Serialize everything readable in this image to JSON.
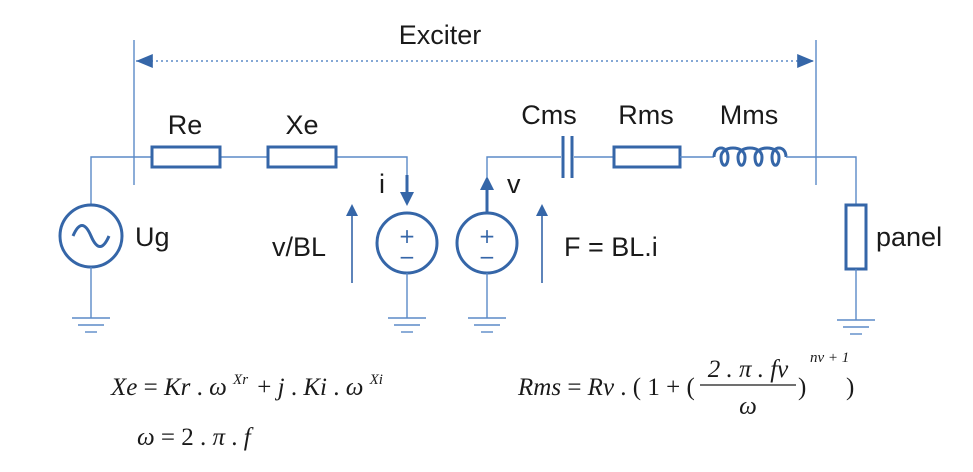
{
  "labels": {
    "exciter": "Exciter",
    "re": "Re",
    "xe": "Xe",
    "cms": "Cms",
    "rms": "Rms",
    "mms": "Mms",
    "ug": "Ug",
    "i": "i",
    "v": "v",
    "v_bl": "v/BL",
    "f_bl": "F = BL.i",
    "panel": "panel"
  },
  "equations": {
    "xe": {
      "lhs": "Xe",
      "eq": "=",
      "kr": "Kr",
      "dot1": " . ",
      "omega1": "ω",
      "exp1": "Xr",
      "plus": "+",
      "j": "j",
      "dot2": " . ",
      "ki": "Ki",
      "dot3": " . ",
      "omega2": "ω",
      "exp2": "Xi"
    },
    "omega": {
      "lhs": "ω",
      "eq": "=",
      "two": "2",
      "dot1": " . ",
      "pi": "π",
      "dot2": " . ",
      "f": "f"
    },
    "rms": {
      "lhs": "Rms",
      "eq": "=",
      "rv": "Rv",
      "dot": " . ",
      "open_paren": "(",
      "one": "1",
      "plus": "+",
      "inner_open": "(",
      "numerator": "2 . π . fv",
      "denominator": "ω",
      "inner_close": ")",
      "exponent": "nv + 1",
      "close_paren": ")"
    }
  },
  "source_signs": {
    "plus": "+",
    "minus": "−"
  },
  "colors": {
    "wire": "#5b8ac7",
    "component": "#3566a8",
    "text": "#1a1a1a"
  }
}
